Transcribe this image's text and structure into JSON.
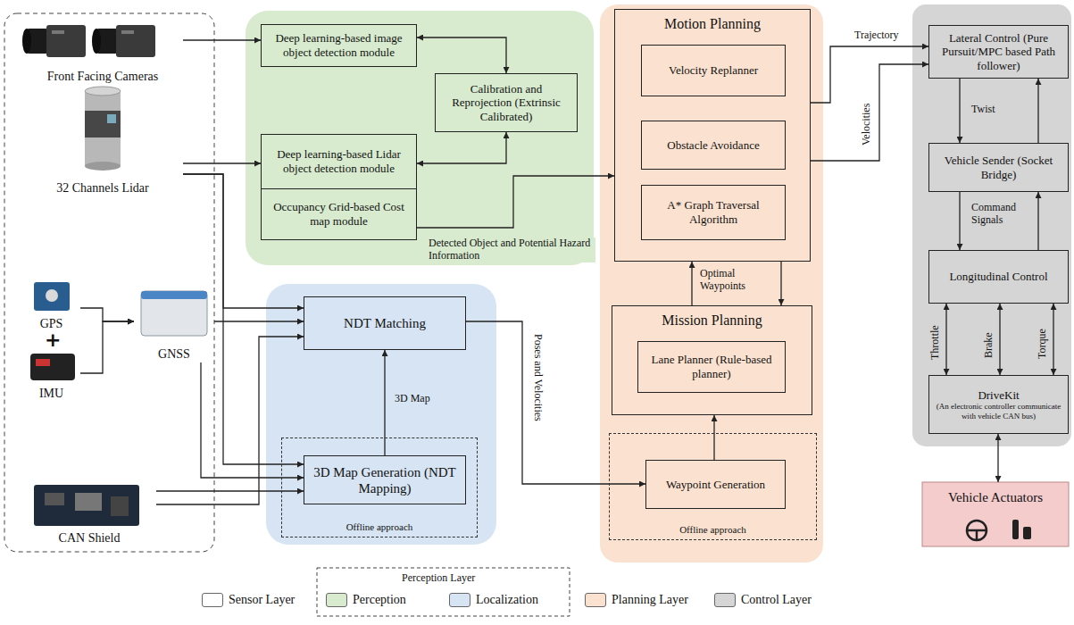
{
  "diagram": {
    "nodes": [
      {
        "text": [
          "Front Facing Cameras"
        ]
      },
      {
        "text": [
          "32 Channels Lidar"
        ]
      },
      {
        "text": [
          "GPS"
        ]
      },
      {
        "text": [
          "IMU"
        ]
      },
      {
        "text": [
          "GNSS"
        ]
      },
      {
        "text": [
          "CAN Shield"
        ]
      },
      {
        "text": [
          "Deep learning-based image object detection module"
        ]
      },
      {
        "text": [
          "Calibration and Reprojection (Extrinsic Calibrated)"
        ]
      },
      {
        "text": [
          "Deep learning-based Lidar object detection module"
        ]
      },
      {
        "text": [
          "Occupancy Grid-based Cost map module"
        ]
      },
      {
        "text": [
          "NDT Matching"
        ]
      },
      {
        "text": [
          "Offline approach"
        ]
      },
      {
        "text": [
          "3D Map Generation (NDT Mapping)"
        ],
        "in": 11
      },
      {
        "text": [
          "Motion Planning"
        ]
      },
      {
        "text": [
          "Velocity Replanner"
        ],
        "in": 13
      },
      {
        "text": [
          "Obstacle Avoidance"
        ],
        "in": 13
      },
      {
        "text": [
          "A* Graph Traversal Algorithm"
        ],
        "in": 13
      },
      {
        "text": [
          "Mission Planning"
        ]
      },
      {
        "text": [
          "Lane Planner (Rule-based planner)"
        ],
        "in": 17
      },
      {
        "text": [
          "Offline approach"
        ]
      },
      {
        "text": [
          "Waypoint Generation"
        ],
        "in": 19
      },
      {
        "text": [
          "Lateral Control (Pure Pursuit/MPC based Path follower)"
        ]
      },
      {
        "text": [
          "Vehicle Sender (Socket Bridge)"
        ]
      },
      {
        "text": [
          "Longitudinal Control"
        ]
      },
      {
        "text": [
          "DriveKit",
          "(An electronic controller communicate with vehicle CAN bus)"
        ]
      },
      {
        "text": [
          "Vehicle Actuators"
        ]
      }
    ],
    "edges": [
      {
        "from": 0,
        "to": 6,
        "arrow": "to"
      },
      {
        "from": 6,
        "to": 7,
        "arrow": "both"
      },
      {
        "from": 1,
        "to": 8,
        "arrow": "to"
      },
      {
        "from": 8,
        "to": 7,
        "arrow": "both"
      },
      {
        "from": 2,
        "to": 4,
        "arrow": "to"
      },
      {
        "from": 3,
        "to": 4,
        "arrow": "to"
      },
      {
        "from": 1,
        "to": 10,
        "arrow": "to"
      },
      {
        "from": 4,
        "to": 10,
        "arrow": "to"
      },
      {
        "from": 5,
        "to": 10,
        "arrow": "to"
      },
      {
        "from": 1,
        "to": 12,
        "arrow": "to"
      },
      {
        "from": 4,
        "to": 12,
        "arrow": "to"
      },
      {
        "from": 5,
        "to": 12,
        "arrow": "to"
      },
      {
        "from": 12,
        "to": 10,
        "arrow": "to",
        "label": "3D Map"
      },
      {
        "from": 9,
        "to": 13,
        "arrow": "to",
        "label": "Detected Object and Potential Hazard Information"
      },
      {
        "from": 10,
        "to": 20,
        "arrow": "to",
        "label": "Poses and Velocities"
      },
      {
        "from": 20,
        "to": 17,
        "arrow": "to"
      },
      {
        "from": 17,
        "to": 13,
        "arrow": "to",
        "label": "Optimal Waypoints"
      },
      {
        "from": 13,
        "to": 17,
        "arrow": "to"
      },
      {
        "from": 13,
        "to": 21,
        "arrow": "to",
        "label": "Trajectory"
      },
      {
        "from": 13,
        "to": 21,
        "arrow": "to",
        "label": "Velocities"
      },
      {
        "from": 21,
        "to": 22,
        "arrow": "to",
        "label": "Twist"
      },
      {
        "from": 22,
        "to": 21,
        "arrow": "to"
      },
      {
        "from": 22,
        "to": 23,
        "arrow": "to",
        "label": "Command Signals"
      },
      {
        "from": 23,
        "to": 22,
        "arrow": "to"
      },
      {
        "from": 23,
        "to": 24,
        "arrow": "both",
        "label": "Throttle"
      },
      {
        "from": 23,
        "to": 24,
        "arrow": "both",
        "label": "Brake"
      },
      {
        "from": 23,
        "to": 24,
        "arrow": "both",
        "label": "Torque"
      },
      {
        "from": 24,
        "to": 25,
        "arrow": "both"
      }
    ],
    "labels": [
      "+",
      "Perception Layer"
    ],
    "legend": [
      {
        "text": "Sensor Layer",
        "color": "#ffffff"
      },
      {
        "text": "Perception",
        "color": "#d8ebcf"
      },
      {
        "text": "Localization",
        "color": "#d6e4f3"
      },
      {
        "text": "Planning Layer",
        "color": "#fbe2d0"
      },
      {
        "text": "Control Layer",
        "color": "#d5d5d5"
      }
    ]
  }
}
